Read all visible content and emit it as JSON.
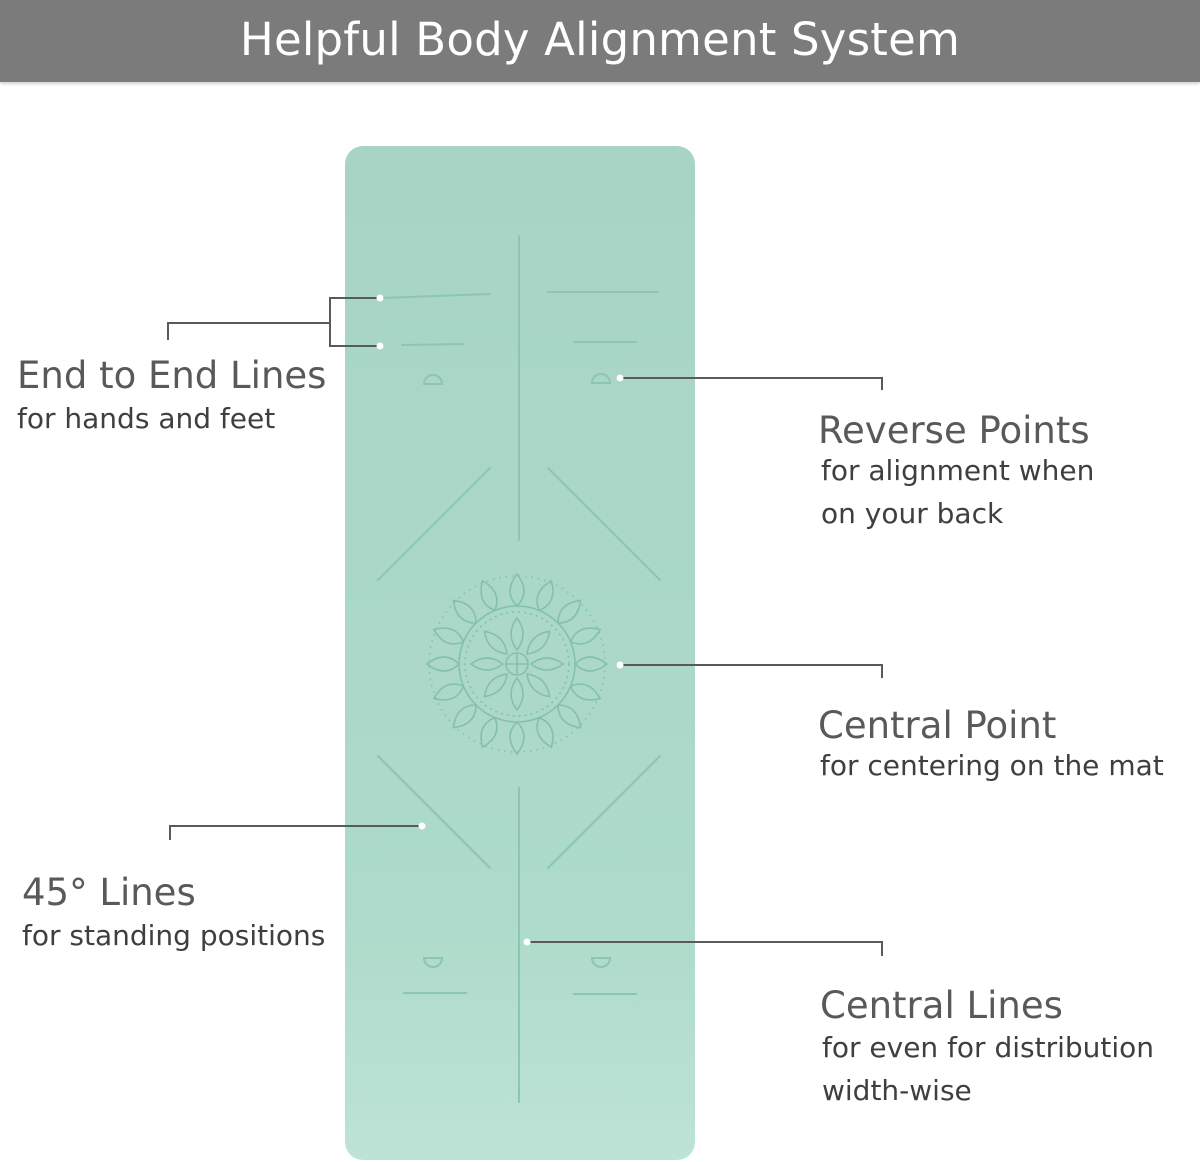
{
  "title": "Helpful Body Alignment System",
  "colors": {
    "header_bg": "#7b7b7b",
    "mat": "#a9d6c6",
    "mat_lines": "#86c3ad",
    "leader_lines": "#555555"
  },
  "callouts": {
    "end_to_end": {
      "title": "End to End Lines",
      "desc": [
        "for hands and feet"
      ]
    },
    "reverse_points": {
      "title": "Reverse Points",
      "desc": [
        "for alignment when",
        "on your back"
      ]
    },
    "central_point": {
      "title": "Central Point",
      "desc": [
        "for centering on the mat"
      ]
    },
    "lines_45": {
      "title": "45° Lines",
      "desc": [
        "for standing positions"
      ]
    },
    "central_lines": {
      "title": "Central Lines",
      "desc": [
        "for even for distribution",
        "width-wise"
      ]
    }
  }
}
